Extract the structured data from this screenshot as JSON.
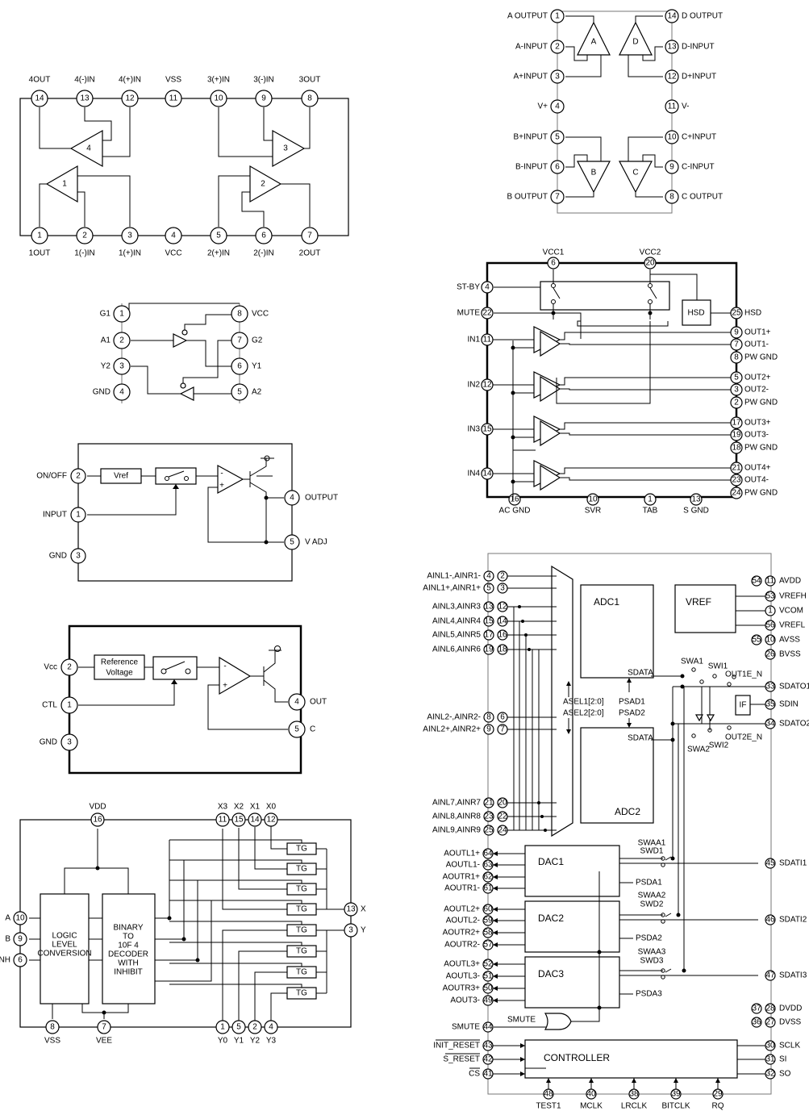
{
  "quad_opamp_dip": {
    "top_pins": [
      {
        "num": "14",
        "label": "4OUT"
      },
      {
        "num": "13",
        "label": "4(-)IN"
      },
      {
        "num": "12",
        "label": "4(+)IN"
      },
      {
        "num": "11",
        "label": "VSS"
      },
      {
        "num": "10",
        "label": "3(+)IN"
      },
      {
        "num": "9",
        "label": "3(-)IN"
      },
      {
        "num": "8",
        "label": "3OUT"
      }
    ],
    "bottom_pins": [
      {
        "num": "1",
        "label": "1OUT"
      },
      {
        "num": "2",
        "label": "1(-)IN"
      },
      {
        "num": "3",
        "label": "1(+)IN"
      },
      {
        "num": "4",
        "label": "VCC"
      },
      {
        "num": "5",
        "label": "2(+)IN"
      },
      {
        "num": "6",
        "label": "2(-)IN"
      },
      {
        "num": "7",
        "label": "2OUT"
      }
    ],
    "amps": [
      "4",
      "3",
      "1",
      "2"
    ]
  },
  "quad_opamp_abcd": {
    "left_pins": [
      {
        "num": "1",
        "label": "A OUTPUT"
      },
      {
        "num": "2",
        "label": "A-INPUT"
      },
      {
        "num": "3",
        "label": "A+INPUT"
      },
      {
        "num": "4",
        "label": "V+"
      },
      {
        "num": "5",
        "label": "B+INPUT"
      },
      {
        "num": "6",
        "label": "B-INPUT"
      },
      {
        "num": "7",
        "label": "B OUTPUT"
      }
    ],
    "right_pins": [
      {
        "num": "14",
        "label": "D OUTPUT"
      },
      {
        "num": "13",
        "label": "D-INPUT"
      },
      {
        "num": "12",
        "label": "D+INPUT"
      },
      {
        "num": "11",
        "label": "V-"
      },
      {
        "num": "10",
        "label": "C+INPUT"
      },
      {
        "num": "9",
        "label": "C-INPUT"
      },
      {
        "num": "8",
        "label": "C OUTPUT"
      }
    ],
    "amps": [
      "A",
      "D",
      "B",
      "C"
    ]
  },
  "buffer_ic": {
    "left_pins": [
      {
        "num": "1",
        "label": "G1"
      },
      {
        "num": "2",
        "label": "A1"
      },
      {
        "num": "3",
        "label": "Y2"
      },
      {
        "num": "4",
        "label": "GND"
      }
    ],
    "right_pins": [
      {
        "num": "8",
        "label": "VCC"
      },
      {
        "num": "7",
        "label": "G2"
      },
      {
        "num": "6",
        "label": "Y1"
      },
      {
        "num": "5",
        "label": "A2"
      }
    ]
  },
  "regulator_1": {
    "pins": [
      {
        "num": "2",
        "label": "ON/OFF"
      },
      {
        "num": "1",
        "label": "INPUT"
      },
      {
        "num": "3",
        "label": "GND"
      },
      {
        "num": "4",
        "label": "OUTPUT"
      },
      {
        "num": "5",
        "label": "V ADJ"
      }
    ],
    "vref_label": "Vref"
  },
  "regulator_2": {
    "pins": [
      {
        "num": "2",
        "label": "Vcc"
      },
      {
        "num": "1",
        "label": "CTL"
      },
      {
        "num": "3",
        "label": "GND"
      },
      {
        "num": "4",
        "label": "OUT"
      },
      {
        "num": "5",
        "label": "C"
      }
    ],
    "ref_label_1": "Reference",
    "ref_label_2": "Voltage"
  },
  "amplifier_4ch": {
    "top_pins": [
      {
        "num": "6",
        "label": "VCC1"
      },
      {
        "num": "20",
        "label": "VCC2"
      }
    ],
    "left_pins": [
      {
        "num": "4",
        "label": "ST-BY"
      },
      {
        "num": "22",
        "label": "MUTE"
      },
      {
        "num": "11",
        "label": "IN1"
      },
      {
        "num": "12",
        "label": "IN2"
      },
      {
        "num": "15",
        "label": "IN3"
      },
      {
        "num": "14",
        "label": "IN4"
      }
    ],
    "right_pins": [
      {
        "num": "25",
        "label": "HSD"
      },
      {
        "num": "9",
        "label": "OUT1+"
      },
      {
        "num": "7",
        "label": "OUT1-"
      },
      {
        "num": "8",
        "label": "PW GND"
      },
      {
        "num": "5",
        "label": "OUT2+"
      },
      {
        "num": "3",
        "label": "OUT2-"
      },
      {
        "num": "2",
        "label": "PW GND"
      },
      {
        "num": "17",
        "label": "OUT3+"
      },
      {
        "num": "19",
        "label": "OUT3-"
      },
      {
        "num": "18",
        "label": "PW GND"
      },
      {
        "num": "21",
        "label": "OUT4+"
      },
      {
        "num": "23",
        "label": "OUT4-"
      },
      {
        "num": "24",
        "label": "PW GND"
      }
    ],
    "bottom_pins": [
      {
        "num": "16",
        "label": "AC GND"
      },
      {
        "num": "10",
        "label": "SVR"
      },
      {
        "num": "1",
        "label": "TAB"
      },
      {
        "num": "13",
        "label": "S GND"
      }
    ],
    "hsd_label": "HSD"
  },
  "analog_mux": {
    "top_pins": [
      {
        "num": "16",
        "label": "VDD"
      },
      {
        "num": "11",
        "label": "X3"
      },
      {
        "num": "15",
        "label": "X2"
      },
      {
        "num": "14",
        "label": "X1"
      },
      {
        "num": "12",
        "label": "X0"
      }
    ],
    "left_pins": [
      {
        "num": "10",
        "label": "A"
      },
      {
        "num": "9",
        "label": "B"
      },
      {
        "num": "6",
        "label": "INH"
      }
    ],
    "right_pins": [
      {
        "num": "13",
        "label": "X"
      },
      {
        "num": "3",
        "label": "Y"
      }
    ],
    "bottom_pins": [
      {
        "num": "8",
        "label": "VSS"
      },
      {
        "num": "7",
        "label": "VEE"
      },
      {
        "num": "1",
        "label": "Y0"
      },
      {
        "num": "5",
        "label": "Y1"
      },
      {
        "num": "2",
        "label": "Y2"
      },
      {
        "num": "4",
        "label": "Y3"
      }
    ],
    "logic_block": [
      "LOGIC",
      "LEVEL",
      "CONVERSION"
    ],
    "decoder_block": [
      "BINARY",
      "TO",
      "10F 4",
      "DECODER",
      "WITH",
      "INHIBIT"
    ],
    "tg_label": "TG"
  },
  "codec": {
    "left_inputs": [
      {
        "pins": [
          "4",
          "2"
        ],
        "label": "AINL1-,AINR1-"
      },
      {
        "pins": [
          "5",
          "3"
        ],
        "label": "AINL1+,AINR1+"
      },
      {
        "pins": [
          "13",
          "12"
        ],
        "label": "AINL3,AINR3"
      },
      {
        "pins": [
          "15",
          "14"
        ],
        "label": "AINL4,AINR4"
      },
      {
        "pins": [
          "17",
          "16"
        ],
        "label": "AINL5,AINR5"
      },
      {
        "pins": [
          "19",
          "18"
        ],
        "label": "AINL6,AINR6"
      },
      {
        "pins": [
          "8",
          "6"
        ],
        "label": "AINL2-,AINR2-"
      },
      {
        "pins": [
          "9",
          "7"
        ],
        "label": "AINL2+,AINR2+"
      },
      {
        "pins": [
          "21",
          "20"
        ],
        "label": "AINL7,AINR7"
      },
      {
        "pins": [
          "23",
          "22"
        ],
        "label": "AINL8,AINR8"
      },
      {
        "pins": [
          "25",
          "24"
        ],
        "label": "AINL9,AINR9"
      }
    ],
    "left_outputs": [
      {
        "num": "64",
        "label": "AOUTL1+"
      },
      {
        "num": "63",
        "label": "AOUTL1-"
      },
      {
        "num": "62",
        "label": "AOUTR1+"
      },
      {
        "num": "61",
        "label": "AOUTR1-"
      },
      {
        "num": "60",
        "label": "AOUTL2+"
      },
      {
        "num": "59",
        "label": "AOUTL2-"
      },
      {
        "num": "58",
        "label": "AOUTR2+"
      },
      {
        "num": "57",
        "label": "AOUTR2-"
      },
      {
        "num": "52",
        "label": "AOUTL3+"
      },
      {
        "num": "51",
        "label": "AOUTL3-"
      },
      {
        "num": "50",
        "label": "AOUTR3+"
      },
      {
        "num": "49",
        "label": "AOUT3-"
      }
    ],
    "left_control": [
      {
        "num": "44",
        "label": "SMUTE"
      },
      {
        "num": "43",
        "label": "INIT_RESET"
      },
      {
        "num": "42",
        "label": "S_RESET"
      },
      {
        "num": "41",
        "label": "CS"
      }
    ],
    "right_pins": [
      {
        "pins": [
          "54",
          "11"
        ],
        "label": "AVDD"
      },
      {
        "pins": [
          "53"
        ],
        "label": "VREFH"
      },
      {
        "pins": [
          "1"
        ],
        "label": "VCOM"
      },
      {
        "pins": [
          "56"
        ],
        "label": "VREFL"
      },
      {
        "pins": [
          "55",
          "10"
        ],
        "label": "AVSS"
      },
      {
        "pins": [
          "26"
        ],
        "label": "BVSS"
      },
      {
        "pins": [
          "33"
        ],
        "label": "SDATO1"
      },
      {
        "pins": [
          "35"
        ],
        "label": "SDIN"
      },
      {
        "pins": [
          "34"
        ],
        "label": "SDATO2"
      },
      {
        "pins": [
          "45"
        ],
        "label": "SDATI1"
      },
      {
        "pins": [
          "46"
        ],
        "label": "SDATI2"
      },
      {
        "pins": [
          "47"
        ],
        "label": "SDATI3"
      },
      {
        "pins": [
          "37",
          "28"
        ],
        "label": "DVDD"
      },
      {
        "pins": [
          "36",
          "27"
        ],
        "label": "DVSS"
      },
      {
        "pins": [
          "30"
        ],
        "label": "SCLK"
      },
      {
        "pins": [
          "31"
        ],
        "label": "SI"
      },
      {
        "pins": [
          "32"
        ],
        "label": "SO"
      }
    ],
    "bottom_pins": [
      {
        "num": "48",
        "label": "TEST1"
      },
      {
        "num": "40",
        "label": "MCLK"
      },
      {
        "num": "38",
        "label": "LRCLK"
      },
      {
        "num": "39",
        "label": "BITCLK"
      },
      {
        "num": "29",
        "label": "RQ"
      }
    ],
    "blocks": {
      "adc1": "ADC1",
      "adc2": "ADC2",
      "vref": "VREF",
      "dac1": "DAC1",
      "dac2": "DAC2",
      "dac3": "DAC3",
      "controller": "CONTROLLER",
      "if": "IF",
      "sdata": "SDATA",
      "asel1": "ASEL1[2:0]",
      "asel2": "ASEL2[2:0]",
      "psad1": "PSAD1",
      "psad2": "PSAD2",
      "psda1": "PSDA1",
      "psda2": "PSDA2",
      "psda3": "PSDA3",
      "smute_gate": "SMUTE"
    },
    "switches": [
      "SWA1",
      "SWI1",
      "OUT1E_N",
      "SWA2",
      "SWI2",
      "OUT2E_N",
      "SWAA1",
      "SWD1",
      "SWAA2",
      "SWD2",
      "SWAA3",
      "SWD3"
    ]
  }
}
